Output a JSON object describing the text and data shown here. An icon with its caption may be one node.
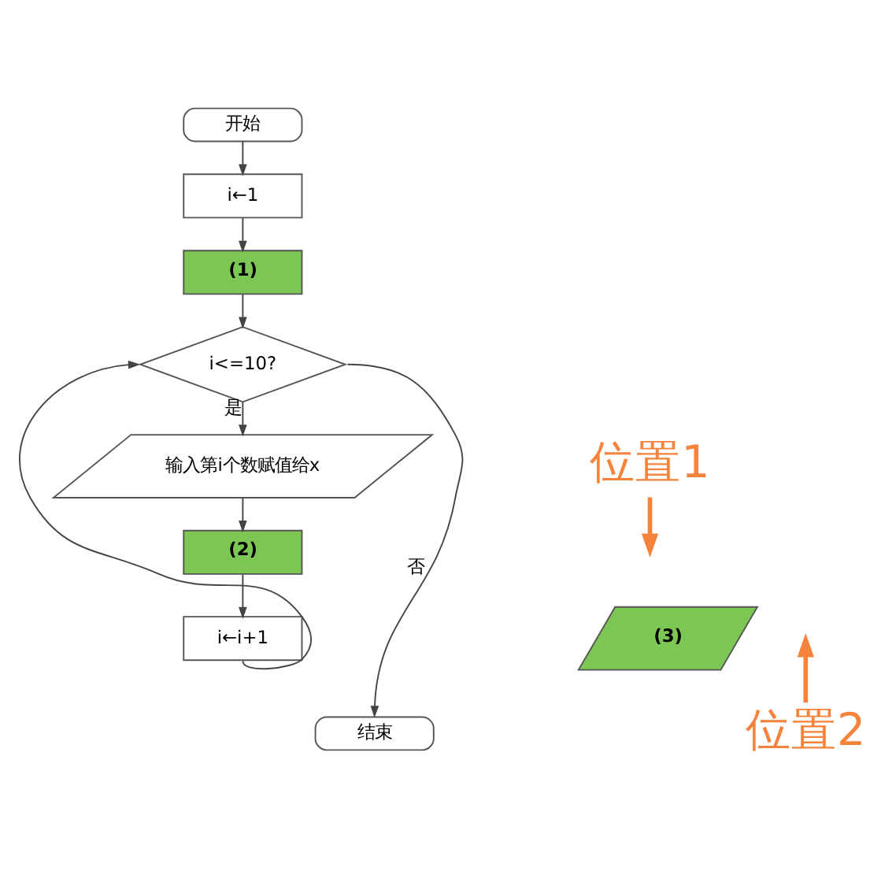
{
  "diagram": {
    "nodes": [
      {
        "text": [
          "开始"
        ]
      },
      {
        "text": [
          "i←1"
        ]
      },
      {
        "text": [
          "(1)"
        ]
      },
      {
        "text": [
          "i<=10?"
        ]
      },
      {
        "text": [
          "输入第i个数赋值给x"
        ]
      },
      {
        "text": [
          "(2)"
        ]
      },
      {
        "text": [
          "i←i+1"
        ]
      },
      {
        "text": [
          "结束"
        ]
      },
      {
        "text": [
          "(3)"
        ]
      },
      {
        "text": [
          "位置1"
        ]
      },
      {
        "text": [
          "位置2"
        ]
      }
    ],
    "edges": [
      {
        "from": 0,
        "to": 1,
        "arrow": "to"
      },
      {
        "from": 1,
        "to": 2,
        "arrow": "to"
      },
      {
        "from": 2,
        "to": 3,
        "arrow": "to"
      },
      {
        "from": 3,
        "to": 4,
        "label": "是",
        "arrow": "to"
      },
      {
        "from": 4,
        "to": 5,
        "arrow": "to"
      },
      {
        "from": 5,
        "to": 6,
        "arrow": "to"
      },
      {
        "from": 6,
        "to": 3,
        "arrow": "to"
      },
      {
        "from": 3,
        "to": 7,
        "label": "否",
        "arrow": "to"
      },
      {
        "from": 9,
        "to": null,
        "arrow": "to",
        "style": "thick",
        "color": "#f5833b"
      },
      {
        "from": 10,
        "to": null,
        "arrow": "to",
        "style": "thick",
        "color": "#f5833b"
      }
    ]
  }
}
